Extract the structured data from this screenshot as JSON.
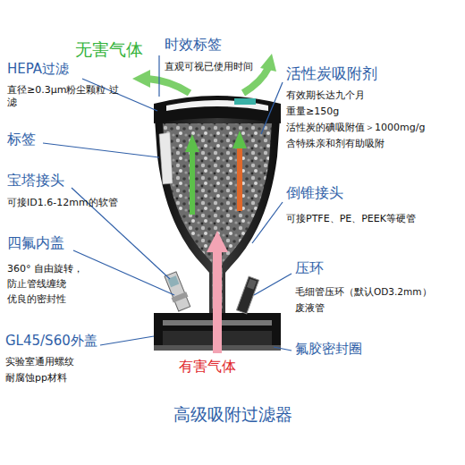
{
  "diagram": {
    "title": "高级吸附过滤器",
    "labels": [
      "无害气体",
      "时效标签",
      "直观可视已使用时间",
      "HEPA过滤",
      "活性炭吸附剂",
      "直径≥0.3μm粉尘颗粒 过滤",
      "有效期长达九个月",
      "重量≥150g",
      "活性炭的碘吸附值＞1000mg/g",
      "含特殊亲和剂有助吸附",
      "标签",
      "宝塔接头",
      "可接ID1.6-12mm的软管",
      "倒锥接头",
      "可接PTFE、PE、PEEK等硬管",
      "四氟内盖",
      "压环",
      "360° 自由旋转，",
      "毛细管压环（默认OD3.2mm）",
      "防止管线缠绕",
      "废液管",
      "优良的密封性",
      "GL45/S60外盖",
      "氟胶密封圈",
      "有害气体",
      "实验室通用螺纹",
      "耐腐蚀pp材料"
    ]
  }
}
